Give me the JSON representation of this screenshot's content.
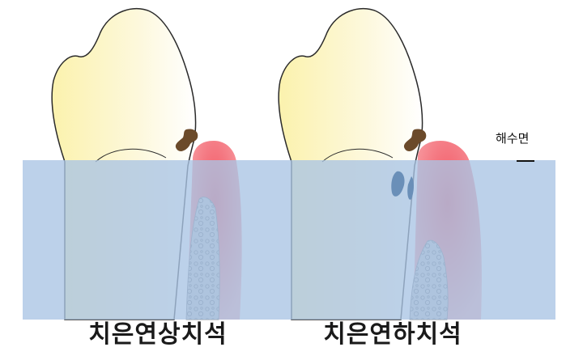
{
  "labels": {
    "water_surface": "해수면",
    "left_caption": "치은연상치석",
    "right_caption": "치은연하치석"
  },
  "colors": {
    "background": "#ffffff",
    "water": "#a9c4e4",
    "tooth": "#fbf3b8",
    "gum": "#e23a45",
    "bone": "#b7bcc4",
    "calculus": "#6b4a2a",
    "outline": "#2a2a2a"
  }
}
